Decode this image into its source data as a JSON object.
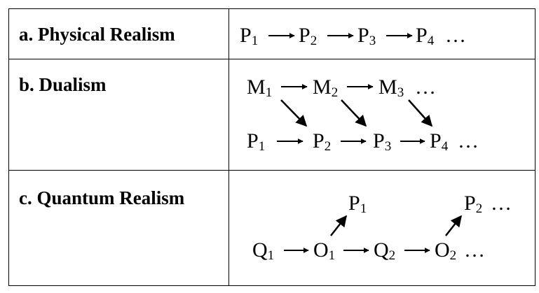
{
  "rows": {
    "a": {
      "label": "a. Physical Realism",
      "sequence": [
        "P1",
        "P2",
        "P3",
        "P4"
      ],
      "ellipsis": "…"
    },
    "b": {
      "label": "b. Dualism",
      "mental_sequence": [
        "M1",
        "M2",
        "M3"
      ],
      "physical_sequence": [
        "P1",
        "P2",
        "P3",
        "P4"
      ],
      "ellipsis": "…"
    },
    "c": {
      "label": "c. Quantum Realism",
      "main_sequence": [
        "Q1",
        "O1",
        "Q2",
        "O2"
      ],
      "outputs": [
        "P1",
        "P2"
      ],
      "ellipsis": "…"
    }
  }
}
